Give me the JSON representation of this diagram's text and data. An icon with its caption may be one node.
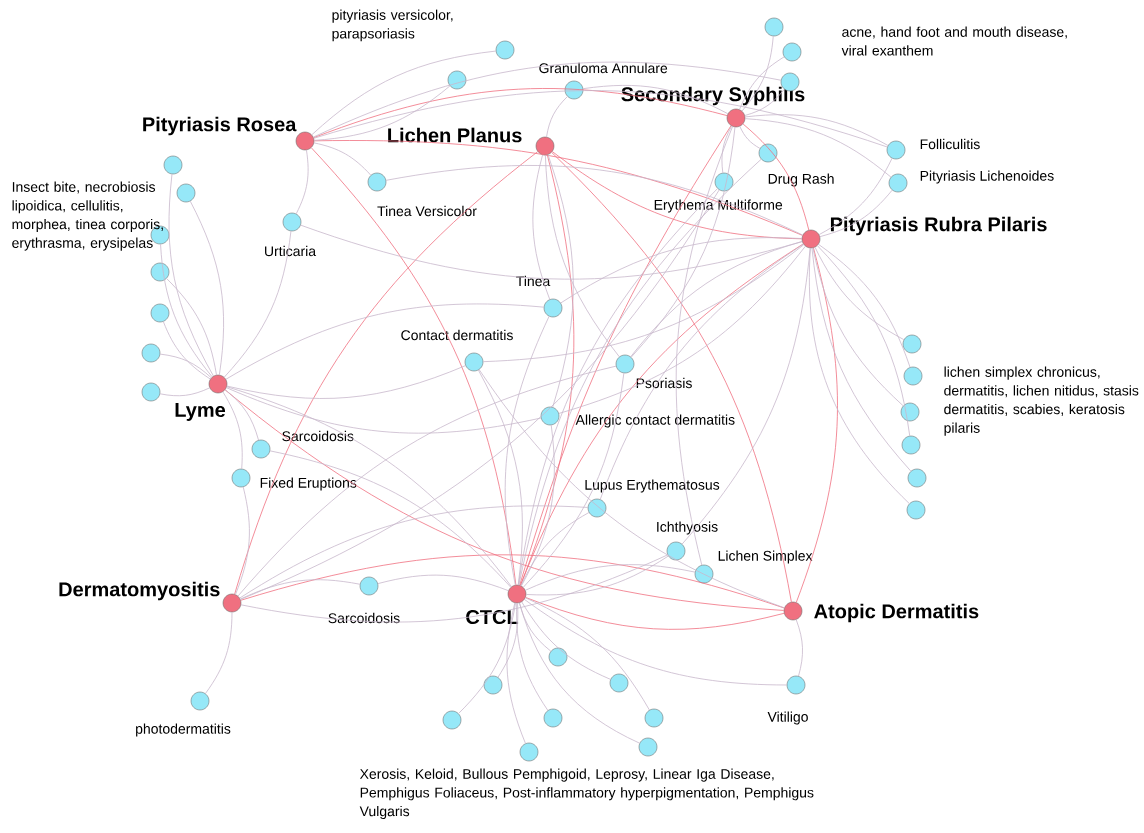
{
  "diagram": {
    "nodes": [
      {
        "text": [
          "Pityriasis Rosea"
        ]
      },
      {
        "text": [
          "Lichen Planus"
        ]
      },
      {
        "text": [
          "Secondary Syphilis"
        ]
      },
      {
        "text": [
          "Pityriasis Rubra Pilaris"
        ]
      },
      {
        "text": [
          "Lyme"
        ]
      },
      {
        "text": [
          "Dermatomyositis"
        ]
      },
      {
        "text": [
          "CTCL"
        ]
      },
      {
        "text": [
          "Atopic Dermatitis"
        ]
      },
      {
        "text": [
          "Granuloma Annulare"
        ]
      },
      {
        "text": [
          "Tinea Versicolor"
        ]
      },
      {
        "text": [
          "Urticaria"
        ]
      },
      {
        "text": [
          "Drug Rash"
        ]
      },
      {
        "text": [
          "Erythema Multiforme"
        ]
      },
      {
        "text": [
          "Folliculitis"
        ]
      },
      {
        "text": [
          "Pityriasis Lichenoides"
        ]
      },
      {
        "text": [
          "Tinea"
        ]
      },
      {
        "text": [
          "Contact dermatitis"
        ]
      },
      {
        "text": [
          "Psoriasis"
        ]
      },
      {
        "text": [
          "Allergic contact dermatitis"
        ]
      },
      {
        "text": [
          "Sarcoidosis"
        ]
      },
      {
        "text": [
          "Fixed Eruptions"
        ]
      },
      {
        "text": [
          "Lupus Erythematosus"
        ]
      },
      {
        "text": [
          "Ichthyosis"
        ]
      },
      {
        "text": [
          "Lichen Simplex"
        ]
      },
      {
        "text": [
          "Sarcoidosis"
        ]
      },
      {
        "text": [
          "photodermatitis"
        ]
      },
      {
        "text": [
          "Vitiligo"
        ]
      },
      {
        "text": [],
        "shape": "circle"
      },
      {
        "text": [],
        "shape": "circle"
      },
      {
        "text": [],
        "shape": "circle"
      },
      {
        "text": [],
        "shape": "circle"
      },
      {
        "text": [],
        "shape": "circle"
      },
      {
        "text": [],
        "shape": "circle"
      },
      {
        "text": [],
        "shape": "circle"
      },
      {
        "text": [],
        "shape": "circle"
      },
      {
        "text": [],
        "shape": "circle"
      },
      {
        "text": [],
        "shape": "circle"
      },
      {
        "text": [],
        "shape": "circle"
      },
      {
        "text": [],
        "shape": "circle"
      },
      {
        "text": [],
        "shape": "circle"
      },
      {
        "text": [],
        "shape": "circle"
      },
      {
        "text": [],
        "shape": "circle"
      },
      {
        "text": [],
        "shape": "circle"
      },
      {
        "text": [],
        "shape": "circle"
      },
      {
        "text": [],
        "shape": "circle"
      },
      {
        "text": [],
        "shape": "circle"
      },
      {
        "text": [],
        "shape": "circle"
      },
      {
        "text": [],
        "shape": "circle"
      },
      {
        "text": [],
        "shape": "circle"
      },
      {
        "text": [],
        "shape": "circle"
      },
      {
        "text": [],
        "shape": "circle"
      },
      {
        "text": [],
        "shape": "circle"
      },
      {
        "text": [],
        "shape": "circle"
      }
    ],
    "edges": [
      {
        "from": 0,
        "to": 2,
        "arrow": "none",
        "color": "#f07080"
      },
      {
        "from": 0,
        "to": 3,
        "arrow": "none",
        "color": "#f07080"
      },
      {
        "from": 0,
        "to": 6,
        "arrow": "none",
        "color": "#f07080"
      },
      {
        "from": 1,
        "to": 5,
        "arrow": "none",
        "color": "#f07080"
      },
      {
        "from": 1,
        "to": 6,
        "arrow": "none",
        "color": "#f07080"
      },
      {
        "from": 1,
        "to": 3,
        "arrow": "none",
        "color": "#f07080"
      },
      {
        "from": 1,
        "to": 7,
        "arrow": "none",
        "color": "#f07080"
      },
      {
        "from": 2,
        "to": 6,
        "arrow": "none",
        "color": "#f07080"
      },
      {
        "from": 2,
        "to": 3,
        "arrow": "none",
        "color": "#f07080"
      },
      {
        "from": 3,
        "to": 6,
        "arrow": "none",
        "color": "#f07080"
      },
      {
        "from": 3,
        "to": 7,
        "arrow": "none",
        "color": "#f07080"
      },
      {
        "from": 4,
        "to": 7,
        "arrow": "none",
        "color": "#f07080"
      },
      {
        "from": 5,
        "to": 7,
        "arrow": "none",
        "color": "#f07080"
      },
      {
        "from": 6,
        "to": 7,
        "arrow": "none",
        "color": "#f07080"
      },
      {
        "from": 0,
        "to": 27,
        "arrow": "none"
      },
      {
        "from": 0,
        "to": 28,
        "arrow": "none"
      },
      {
        "from": 0,
        "to": 31,
        "arrow": "none"
      },
      {
        "from": 8,
        "to": 1,
        "arrow": "none"
      },
      {
        "from": 8,
        "to": 2,
        "arrow": "none"
      },
      {
        "from": 9,
        "to": 0,
        "arrow": "none"
      },
      {
        "from": 9,
        "to": 3,
        "arrow": "none"
      },
      {
        "from": 10,
        "to": 0,
        "arrow": "none"
      },
      {
        "from": 10,
        "to": 4,
        "arrow": "none"
      },
      {
        "from": 10,
        "to": 3,
        "arrow": "none"
      },
      {
        "from": 11,
        "to": 2,
        "arrow": "none"
      },
      {
        "from": 11,
        "to": 6,
        "arrow": "none"
      },
      {
        "from": 12,
        "to": 2,
        "arrow": "none"
      },
      {
        "from": 12,
        "to": 6,
        "arrow": "none"
      },
      {
        "from": 12,
        "to": 5,
        "arrow": "none"
      },
      {
        "from": 13,
        "to": 2,
        "arrow": "none"
      },
      {
        "from": 13,
        "to": 3,
        "arrow": "none"
      },
      {
        "from": 13,
        "to": 0,
        "arrow": "none"
      },
      {
        "from": 14,
        "to": 3,
        "arrow": "none"
      },
      {
        "from": 14,
        "to": 2,
        "arrow": "none"
      },
      {
        "from": 15,
        "to": 1,
        "arrow": "none"
      },
      {
        "from": 15,
        "to": 4,
        "arrow": "none"
      },
      {
        "from": 15,
        "to": 3,
        "arrow": "none"
      },
      {
        "from": 15,
        "to": 6,
        "arrow": "none"
      },
      {
        "from": 16,
        "to": 4,
        "arrow": "none"
      },
      {
        "from": 16,
        "to": 3,
        "arrow": "none"
      },
      {
        "from": 16,
        "to": 6,
        "arrow": "none"
      },
      {
        "from": 16,
        "to": 7,
        "arrow": "none"
      },
      {
        "from": 17,
        "to": 1,
        "arrow": "none"
      },
      {
        "from": 17,
        "to": 2,
        "arrow": "none"
      },
      {
        "from": 17,
        "to": 3,
        "arrow": "none"
      },
      {
        "from": 17,
        "to": 5,
        "arrow": "none"
      },
      {
        "from": 17,
        "to": 6,
        "arrow": "none"
      },
      {
        "from": 18,
        "to": 1,
        "arrow": "none"
      },
      {
        "from": 18,
        "to": 4,
        "arrow": "none"
      },
      {
        "from": 18,
        "to": 3,
        "arrow": "none"
      },
      {
        "from": 18,
        "to": 6,
        "arrow": "none"
      },
      {
        "from": 19,
        "to": 4,
        "arrow": "none"
      },
      {
        "from": 19,
        "to": 6,
        "arrow": "none"
      },
      {
        "from": 20,
        "to": 4,
        "arrow": "none"
      },
      {
        "from": 20,
        "to": 5,
        "arrow": "none"
      },
      {
        "from": 21,
        "to": 5,
        "arrow": "none"
      },
      {
        "from": 21,
        "to": 3,
        "arrow": "none"
      },
      {
        "from": 21,
        "to": 6,
        "arrow": "none"
      },
      {
        "from": 22,
        "to": 5,
        "arrow": "none"
      },
      {
        "from": 22,
        "to": 3,
        "arrow": "none"
      },
      {
        "from": 22,
        "to": 6,
        "arrow": "none"
      },
      {
        "from": 23,
        "to": 6,
        "arrow": "none"
      },
      {
        "from": 23,
        "to": 2,
        "arrow": "none"
      },
      {
        "from": 24,
        "to": 5,
        "arrow": "none"
      },
      {
        "from": 24,
        "to": 6,
        "arrow": "none"
      },
      {
        "from": 25,
        "to": 5,
        "arrow": "none"
      },
      {
        "from": 26,
        "to": 6,
        "arrow": "none"
      },
      {
        "from": 26,
        "to": 7,
        "arrow": "none"
      },
      {
        "from": 29,
        "to": 2,
        "arrow": "none"
      },
      {
        "from": 30,
        "to": 2,
        "arrow": "none"
      },
      {
        "from": 31,
        "to": 2,
        "arrow": "none"
      },
      {
        "from": 32,
        "to": 4,
        "arrow": "none"
      },
      {
        "from": 33,
        "to": 4,
        "arrow": "none"
      },
      {
        "from": 34,
        "to": 4,
        "arrow": "none"
      },
      {
        "from": 35,
        "to": 4,
        "arrow": "none"
      },
      {
        "from": 36,
        "to": 4,
        "arrow": "none"
      },
      {
        "from": 37,
        "to": 4,
        "arrow": "none"
      },
      {
        "from": 38,
        "to": 4,
        "arrow": "none"
      },
      {
        "from": 39,
        "to": 3,
        "arrow": "none"
      },
      {
        "from": 40,
        "to": 3,
        "arrow": "none"
      },
      {
        "from": 41,
        "to": 3,
        "arrow": "none"
      },
      {
        "from": 42,
        "to": 3,
        "arrow": "none"
      },
      {
        "from": 43,
        "to": 3,
        "arrow": "none"
      },
      {
        "from": 44,
        "to": 3,
        "arrow": "none"
      },
      {
        "from": 45,
        "to": 6,
        "arrow": "none"
      },
      {
        "from": 46,
        "to": 6,
        "arrow": "none"
      },
      {
        "from": 47,
        "to": 6,
        "arrow": "none"
      },
      {
        "from": 48,
        "to": 6,
        "arrow": "none"
      },
      {
        "from": 49,
        "to": 6,
        "arrow": "none"
      },
      {
        "from": 50,
        "to": 6,
        "arrow": "none"
      },
      {
        "from": 51,
        "to": 6,
        "arrow": "none"
      },
      {
        "from": 52,
        "to": 6,
        "arrow": "none"
      },
      {
        "from": 4,
        "to": 6,
        "arrow": "none"
      }
    ],
    "labels": [
      "pityriasis versicolor, parapsoriasis",
      "acne, hand foot and mouth disease, viral exanthem",
      "Insect bite, necrobiosis lipoidica, cellulitis, morphea, tinea corporis, erythrasma, erysipelas",
      "lichen simplex chronicus, dermatitis, lichen nitidus, stasis dermatitis, scabies, keratosis pilaris",
      "Xerosis, Keloid, Bullous Pemphigoid, Leprosy, Linear Iga Disease, Pemphigus Foliaceus, Post-inflammatory hyperpigmentation, Pemphigus Vulgaris"
    ]
  }
}
